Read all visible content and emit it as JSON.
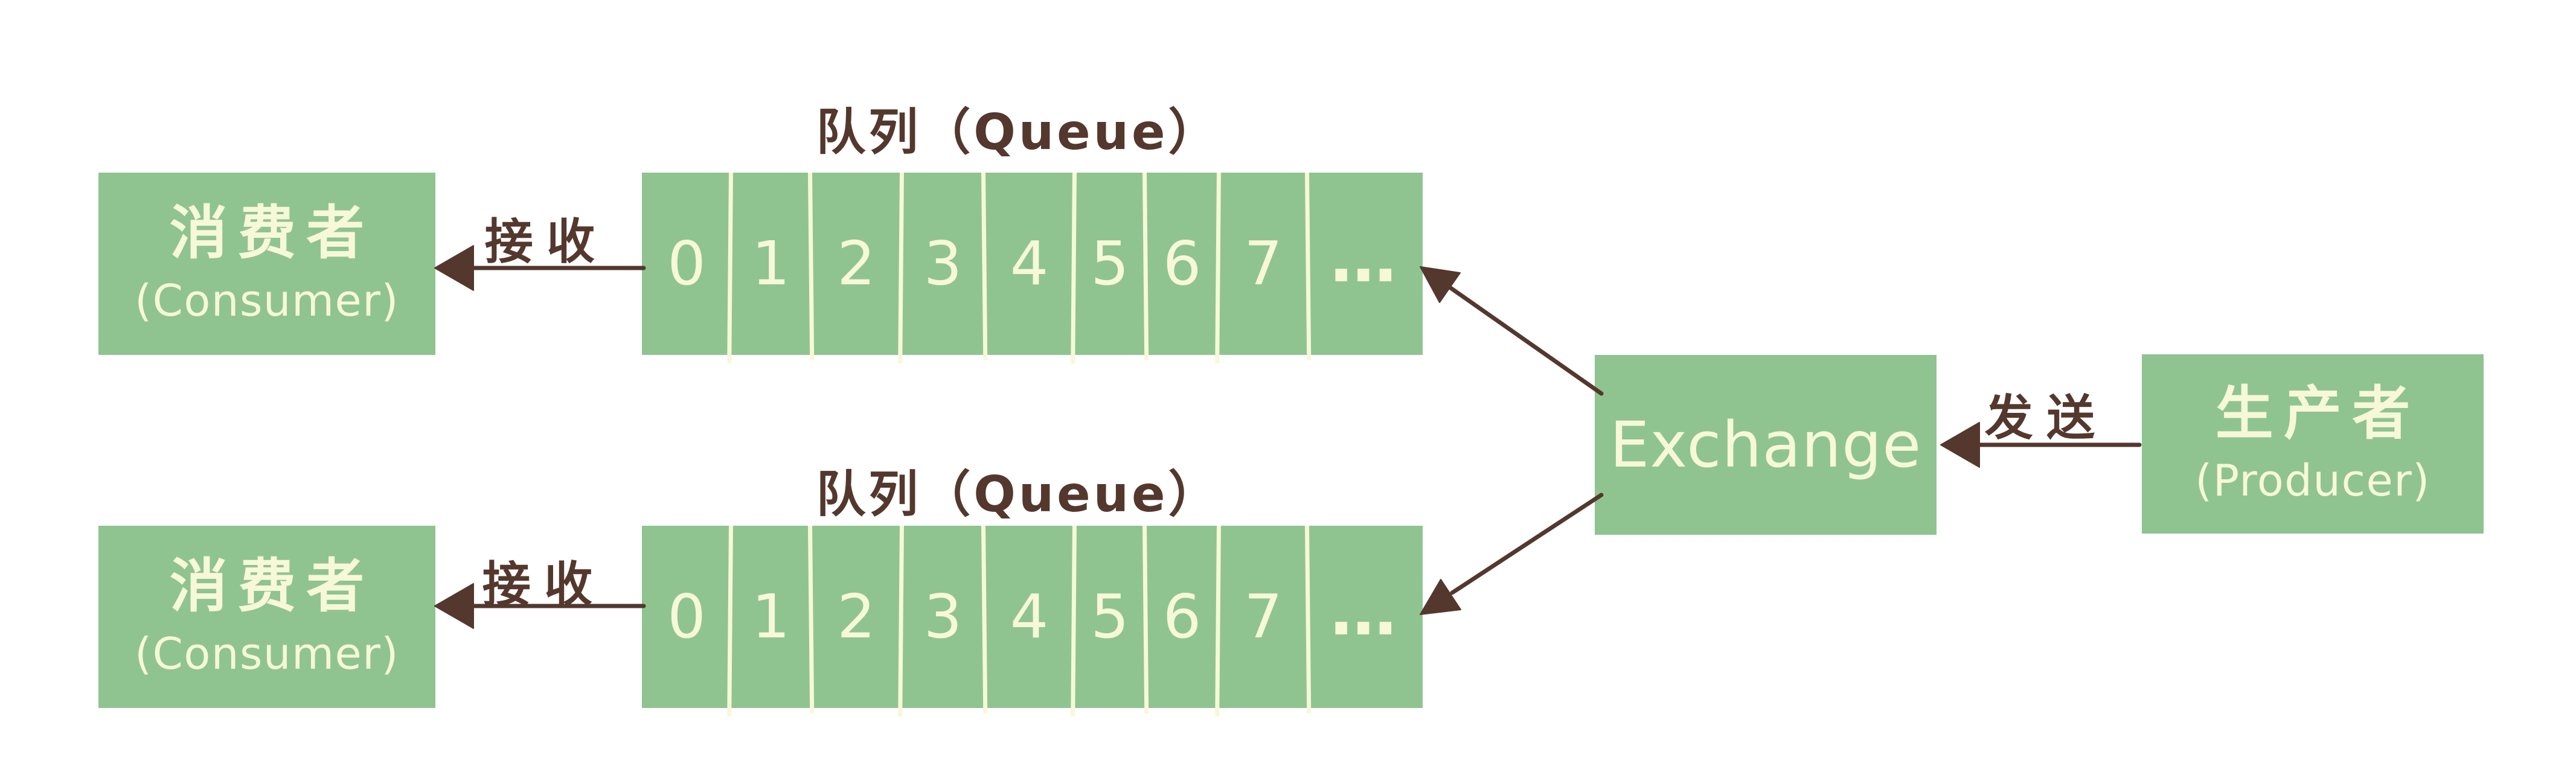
{
  "colors": {
    "box_green": "#8fc490",
    "text_cream": "#f7f8d8",
    "ink_brown": "#54382d",
    "background": "#ffffff"
  },
  "nodes": {
    "consumer_top": {
      "title": "消费者",
      "subtitle": "(Consumer)"
    },
    "consumer_bottom": {
      "title": "消费者",
      "subtitle": "(Consumer)"
    },
    "exchange": {
      "label": "Exchange"
    },
    "producer": {
      "title": "生产者",
      "subtitle": "(Producer)"
    }
  },
  "queues": {
    "top": {
      "label": "队列（Queue）",
      "cells": [
        "0",
        "1",
        "2",
        "3",
        "4",
        "5",
        "6",
        "7",
        "…"
      ]
    },
    "bottom": {
      "label": "队列（Queue）",
      "cells": [
        "0",
        "1",
        "2",
        "3",
        "4",
        "5",
        "6",
        "7",
        "…"
      ]
    }
  },
  "edges": {
    "receive_top": {
      "label": "接收",
      "from": "queue-top",
      "to": "consumer-top"
    },
    "receive_bottom": {
      "label": "接收",
      "from": "queue-bottom",
      "to": "consumer-bottom"
    },
    "send": {
      "label": "发送",
      "from": "producer",
      "to": "exchange"
    },
    "exchange_to_queue_top": {
      "label": "",
      "from": "exchange",
      "to": "queue-top"
    },
    "exchange_to_queue_bottom": {
      "label": "",
      "from": "exchange",
      "to": "queue-bottom"
    }
  }
}
